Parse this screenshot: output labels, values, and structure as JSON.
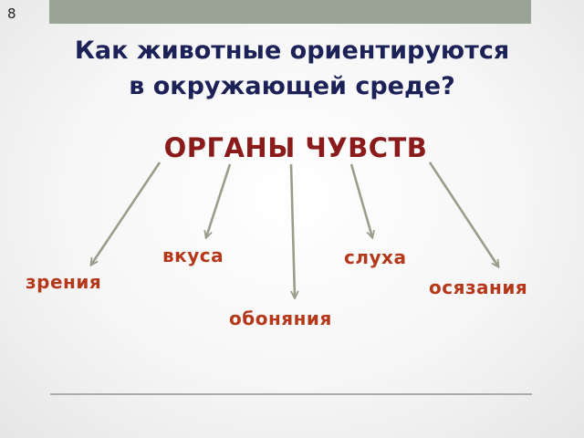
{
  "slide": {
    "number": "8"
  },
  "title": {
    "line1": "Как животные ориентируются",
    "line2": "в окружающей среде?"
  },
  "heading": "ОРГАНЫ ЧУВСТВ",
  "senses": {
    "vision": "зрения",
    "taste": "вкуса",
    "smell": "обоняния",
    "hearing": "слуха",
    "touch": "осязания"
  },
  "colors": {
    "title": "#1c2257",
    "heading": "#8b1a1a",
    "sense": "#b5381b",
    "arrow": "#9a9d8a",
    "bar": "#9aa496"
  }
}
